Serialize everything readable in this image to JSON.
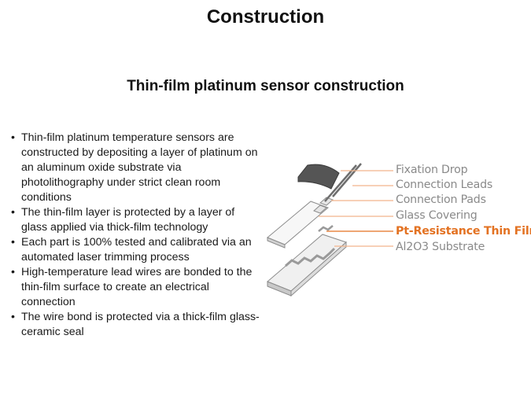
{
  "slide": {
    "title": "Construction",
    "subtitle": "Thin-film platinum sensor construction"
  },
  "bullets": [
    "Thin-film platinum temperature sensors are constructed by depositing a layer of platinum on an aluminum oxide substrate via photolithography under strict clean room conditions",
    "The thin-film layer is protected by a layer of glass applied via thick-film technology",
    "Each part is 100% tested and calibrated via an automated laser trimming process",
    "High-temperature lead wires are bonded to the thin-film surface to create an electrical connection",
    "The wire bond is protected via a thick-film glass-ceramic seal"
  ],
  "diagram": {
    "labels": [
      {
        "text": "Fixation Drop",
        "color": "#8a8a8a"
      },
      {
        "text": "Connection Leads",
        "color": "#8a8a8a"
      },
      {
        "text": "Connection Pads",
        "color": "#8a8a8a"
      },
      {
        "text": "Glass Covering",
        "color": "#8a8a8a"
      },
      {
        "text": "Pt-Resistance Thin Film",
        "color": "#e37222"
      },
      {
        "text": "Al2O3 Substrate",
        "color": "#8a8a8a"
      }
    ],
    "leader_color": "#f2b58c"
  }
}
